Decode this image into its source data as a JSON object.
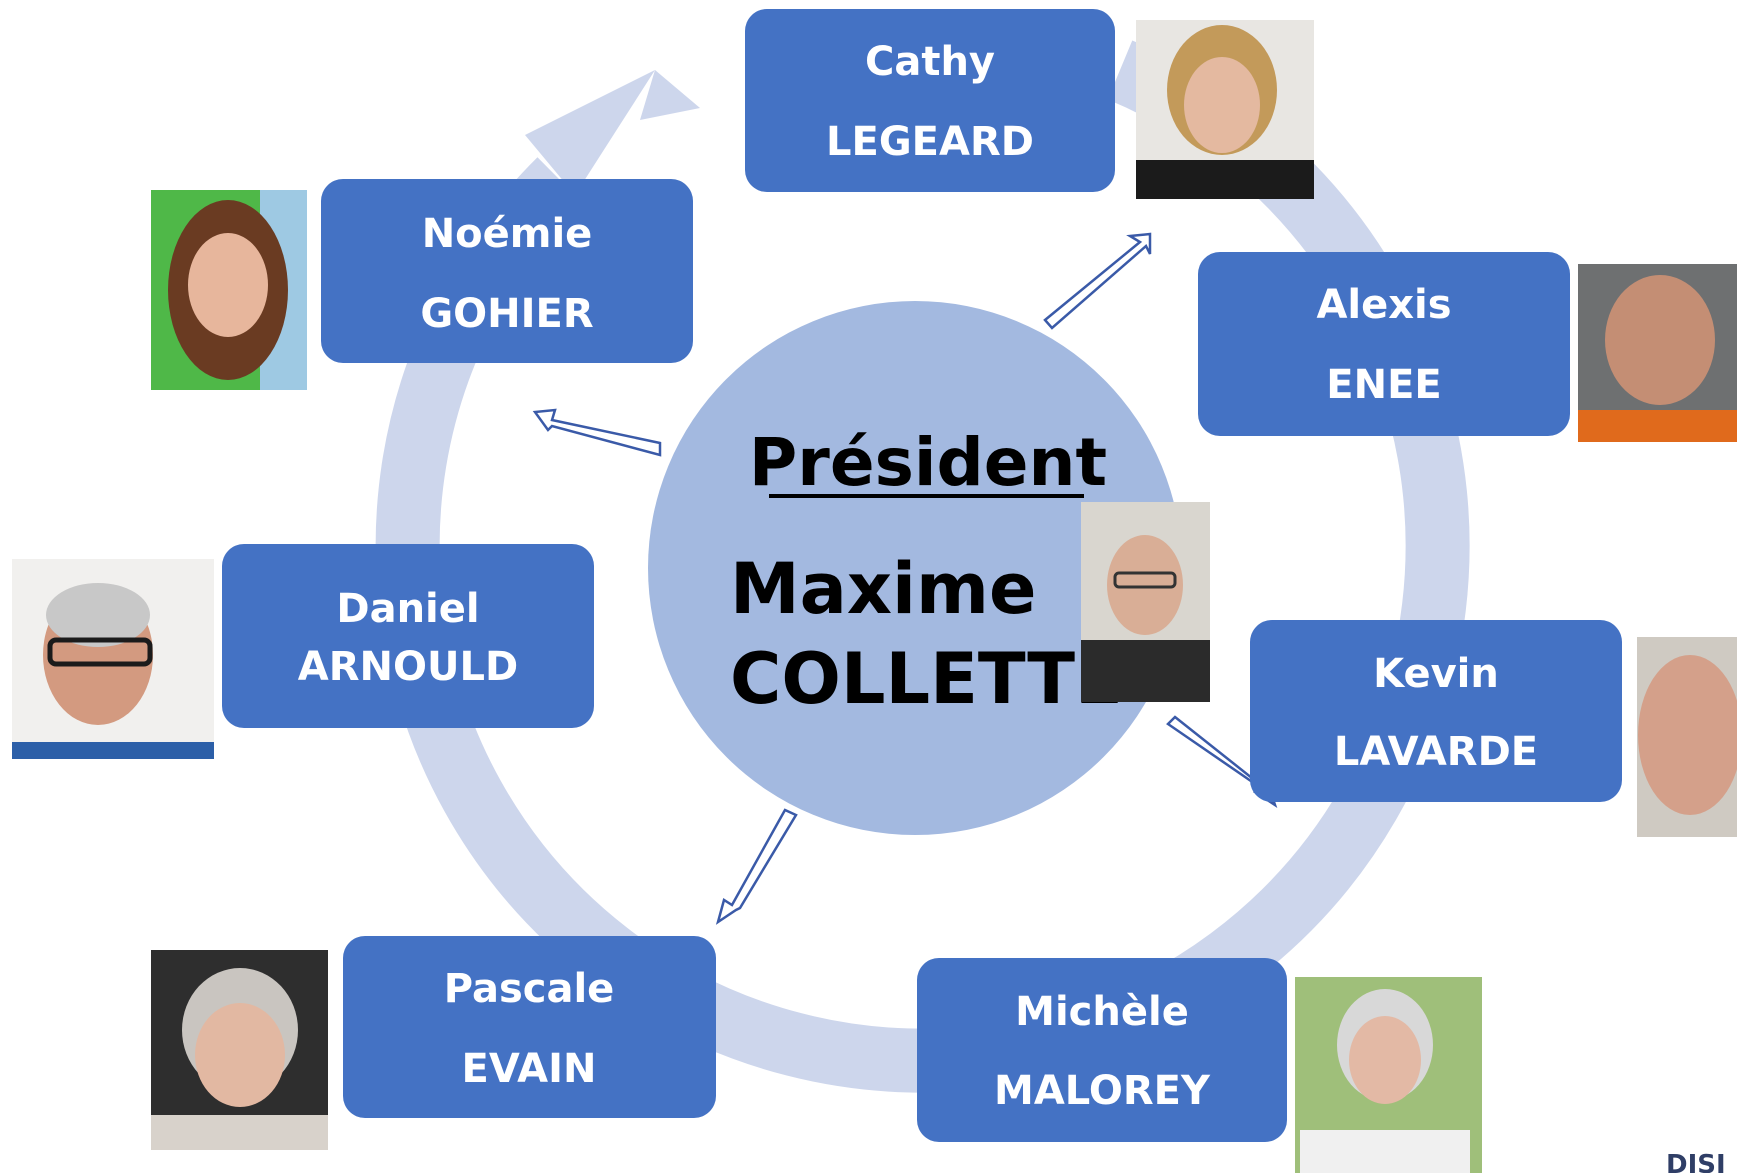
{
  "colors": {
    "ring": "#cdd6ec",
    "center": "#a3b9e0",
    "box": "#4472c4",
    "box_text": "#ffffff",
    "arrow_outline": "#3a5aa8"
  },
  "president": {
    "title": "Président",
    "first_name": "Maxime",
    "last_name": "COLLETTE",
    "photo": "portrait-photo"
  },
  "members": [
    {
      "first": "Cathy",
      "last": "LEGEARD",
      "photo": "portrait-photo"
    },
    {
      "first": "Alexis",
      "last": "ENEE",
      "photo": "portrait-photo"
    },
    {
      "first": "Kevin",
      "last": "LAVARDE",
      "photo": "portrait-photo"
    },
    {
      "first": "Michèle",
      "last": "MALOREY",
      "photo": "portrait-photo"
    },
    {
      "first": "Pascale",
      "last": "EVAIN",
      "photo": "portrait-photo"
    },
    {
      "first": "Daniel",
      "last": "ARNOULD",
      "photo": "portrait-photo"
    },
    {
      "first": "Noémie",
      "last": "GOHIER",
      "photo": "portrait-photo"
    }
  ]
}
